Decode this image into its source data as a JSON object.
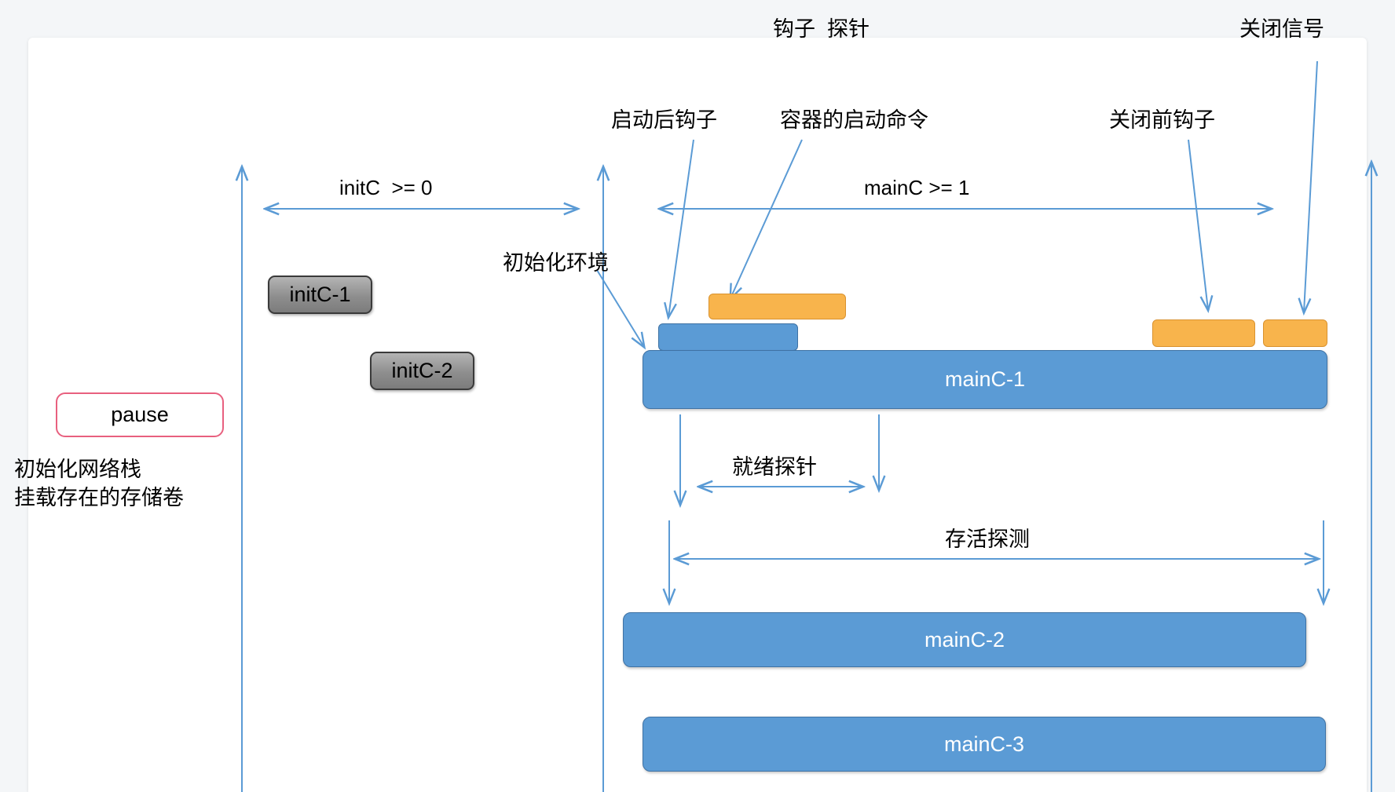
{
  "diagram": {
    "title_top": "钩子  探针",
    "annotations": {
      "post_start_hook": "启动后钩子",
      "container_start_cmd": "容器的启动命令",
      "pre_stop_hook": "关闭前钩子",
      "stop_signal": "关闭信号",
      "init_env": "初始化环境",
      "readiness_probe": "就绪探针",
      "liveness_probe": "存活探测"
    },
    "range_labels": {
      "init_range": "initC  >= 0",
      "main_range": "mainC >= 1"
    },
    "left_notes": [
      "初始化网络栈",
      "挂载存在的存储卷"
    ],
    "nodes": {
      "pause": "pause",
      "init_containers": [
        "initC-1",
        "initC-2"
      ],
      "main_containers": [
        "mainC-1",
        "mainC-2",
        "mainC-3"
      ]
    },
    "colors": {
      "accent_blue": "#5b9bd5",
      "arrow_blue": "#5b9bd5",
      "hook_orange": "#f8b44c",
      "init_gray": "#8e8e8e",
      "pause_border": "#e8607f",
      "text": "#000000",
      "canvas": "#ffffff",
      "page_bg": "#f4f6f8"
    }
  }
}
